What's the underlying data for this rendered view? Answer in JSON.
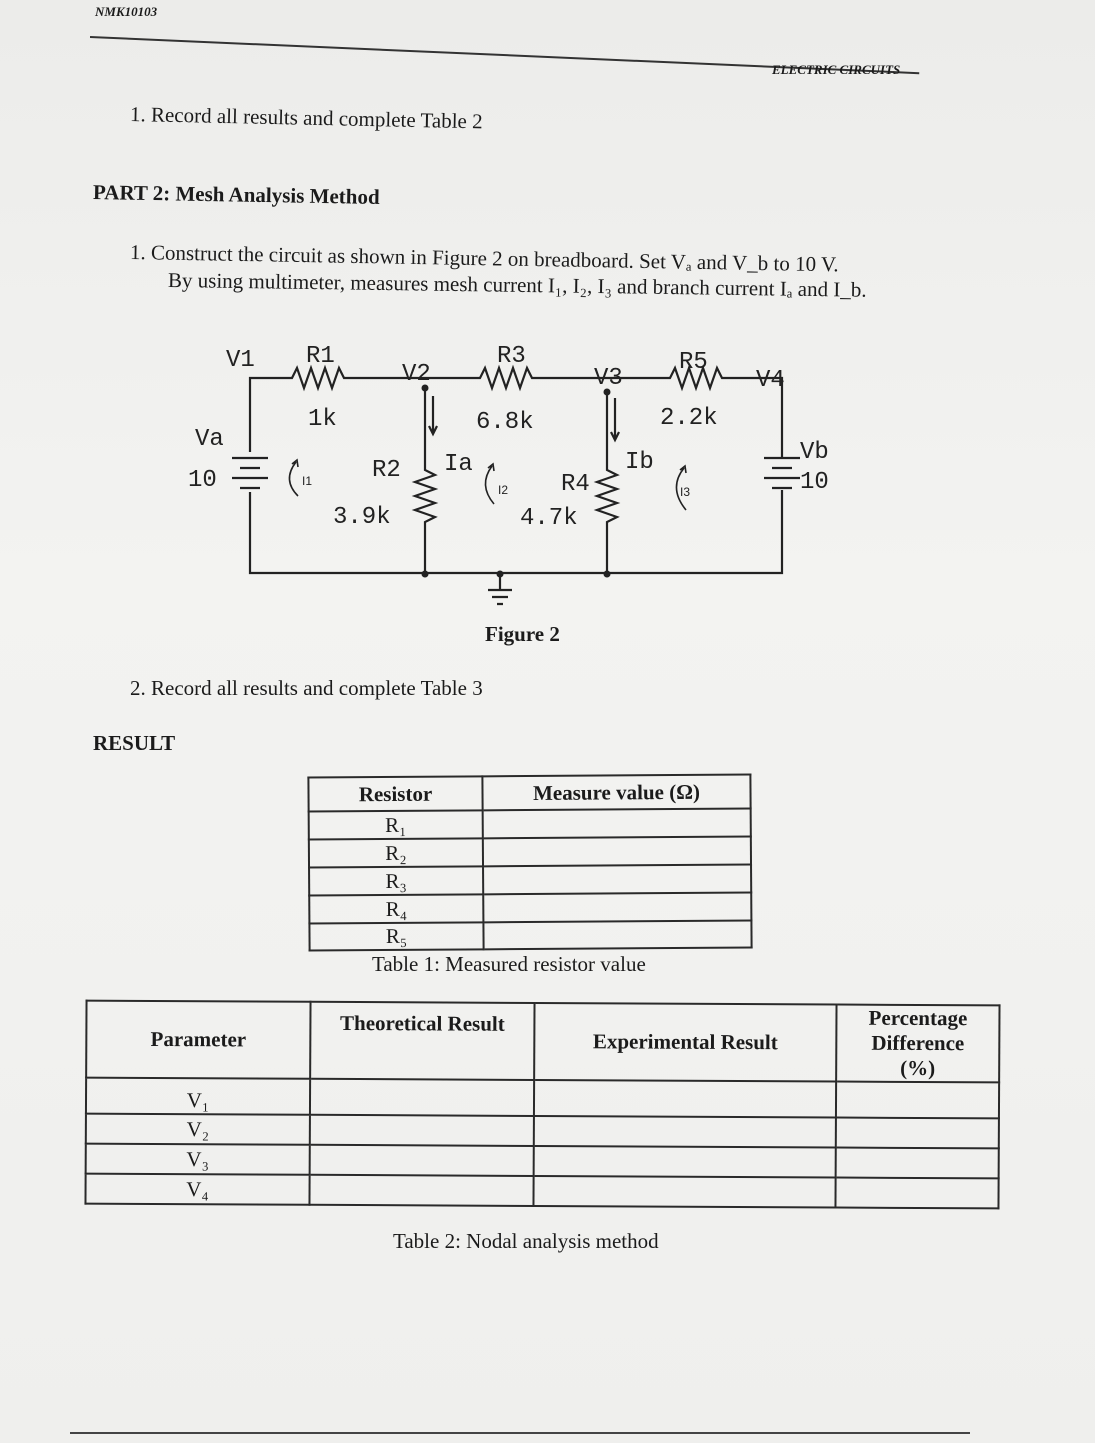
{
  "header": {
    "code": "NMK10103",
    "subject": "ELECTRIC CIRCUITS"
  },
  "part1_step1": "1.  Record all results and complete Table 2",
  "part2": {
    "title": "PART 2: Mesh Analysis Method",
    "step1_line1": "1.  Construct the circuit as shown in Figure 2 on breadboard. Set Vₐ and V_b to 10 V.",
    "step1_line2": "By using multimeter, measures mesh current I₁, I₂, I₃ and branch current Iₐ and I_b.",
    "step2": "2.  Record all results and complete Table 3"
  },
  "figure": {
    "caption": "Figure 2",
    "labels": {
      "V1": "V1",
      "R1": "R1",
      "R1_val": "1k",
      "V2": "V2",
      "R3": "R3",
      "R3_val": "6.8k",
      "V3": "V3",
      "R5": "R5",
      "R5_val": "2.2k",
      "V4": "V4",
      "Va": "Va",
      "Va_val": "10",
      "R2": "R2",
      "R2_val": "3.9k",
      "Ia": "Ia",
      "I1": "I1",
      "I2": "I2",
      "R4": "R4",
      "R4_val": "4.7k",
      "Ib": "Ib",
      "I3": "I3",
      "Vb": "Vb",
      "Vb_val": "10"
    }
  },
  "result_heading": "RESULT",
  "table1": {
    "headers": [
      "Resistor",
      "Measure value (Ω)"
    ],
    "rows": [
      "R₁",
      "R₂",
      "R₃",
      "R₄",
      "R₅"
    ],
    "caption": "Table 1: Measured resistor value"
  },
  "table2": {
    "headers": [
      "Parameter",
      "Theoretical Result",
      "Experimental Result",
      "Percentage Difference (%)"
    ],
    "rows": [
      "V₁",
      "V₂",
      "V₃",
      "V₄"
    ],
    "caption": "Table 2: Nodal analysis method"
  }
}
